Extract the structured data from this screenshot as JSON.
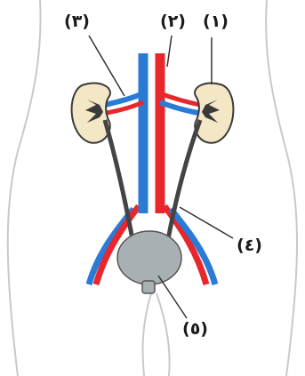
{
  "labels": {
    "l1": "(١)",
    "l2": "(٢)",
    "l3": "(٣)",
    "l4": "(٤)",
    "l5": "(٥)"
  },
  "colors": {
    "artery": "#e8262b",
    "vein": "#2a7bd6",
    "kidney_outer": "#f3e7c6",
    "kidney_inner": "#3a3a3a",
    "ureter": "#444444",
    "bladder": "#a9b0b3",
    "body_outline": "#c9c9c9",
    "leader_line": "#333333"
  }
}
